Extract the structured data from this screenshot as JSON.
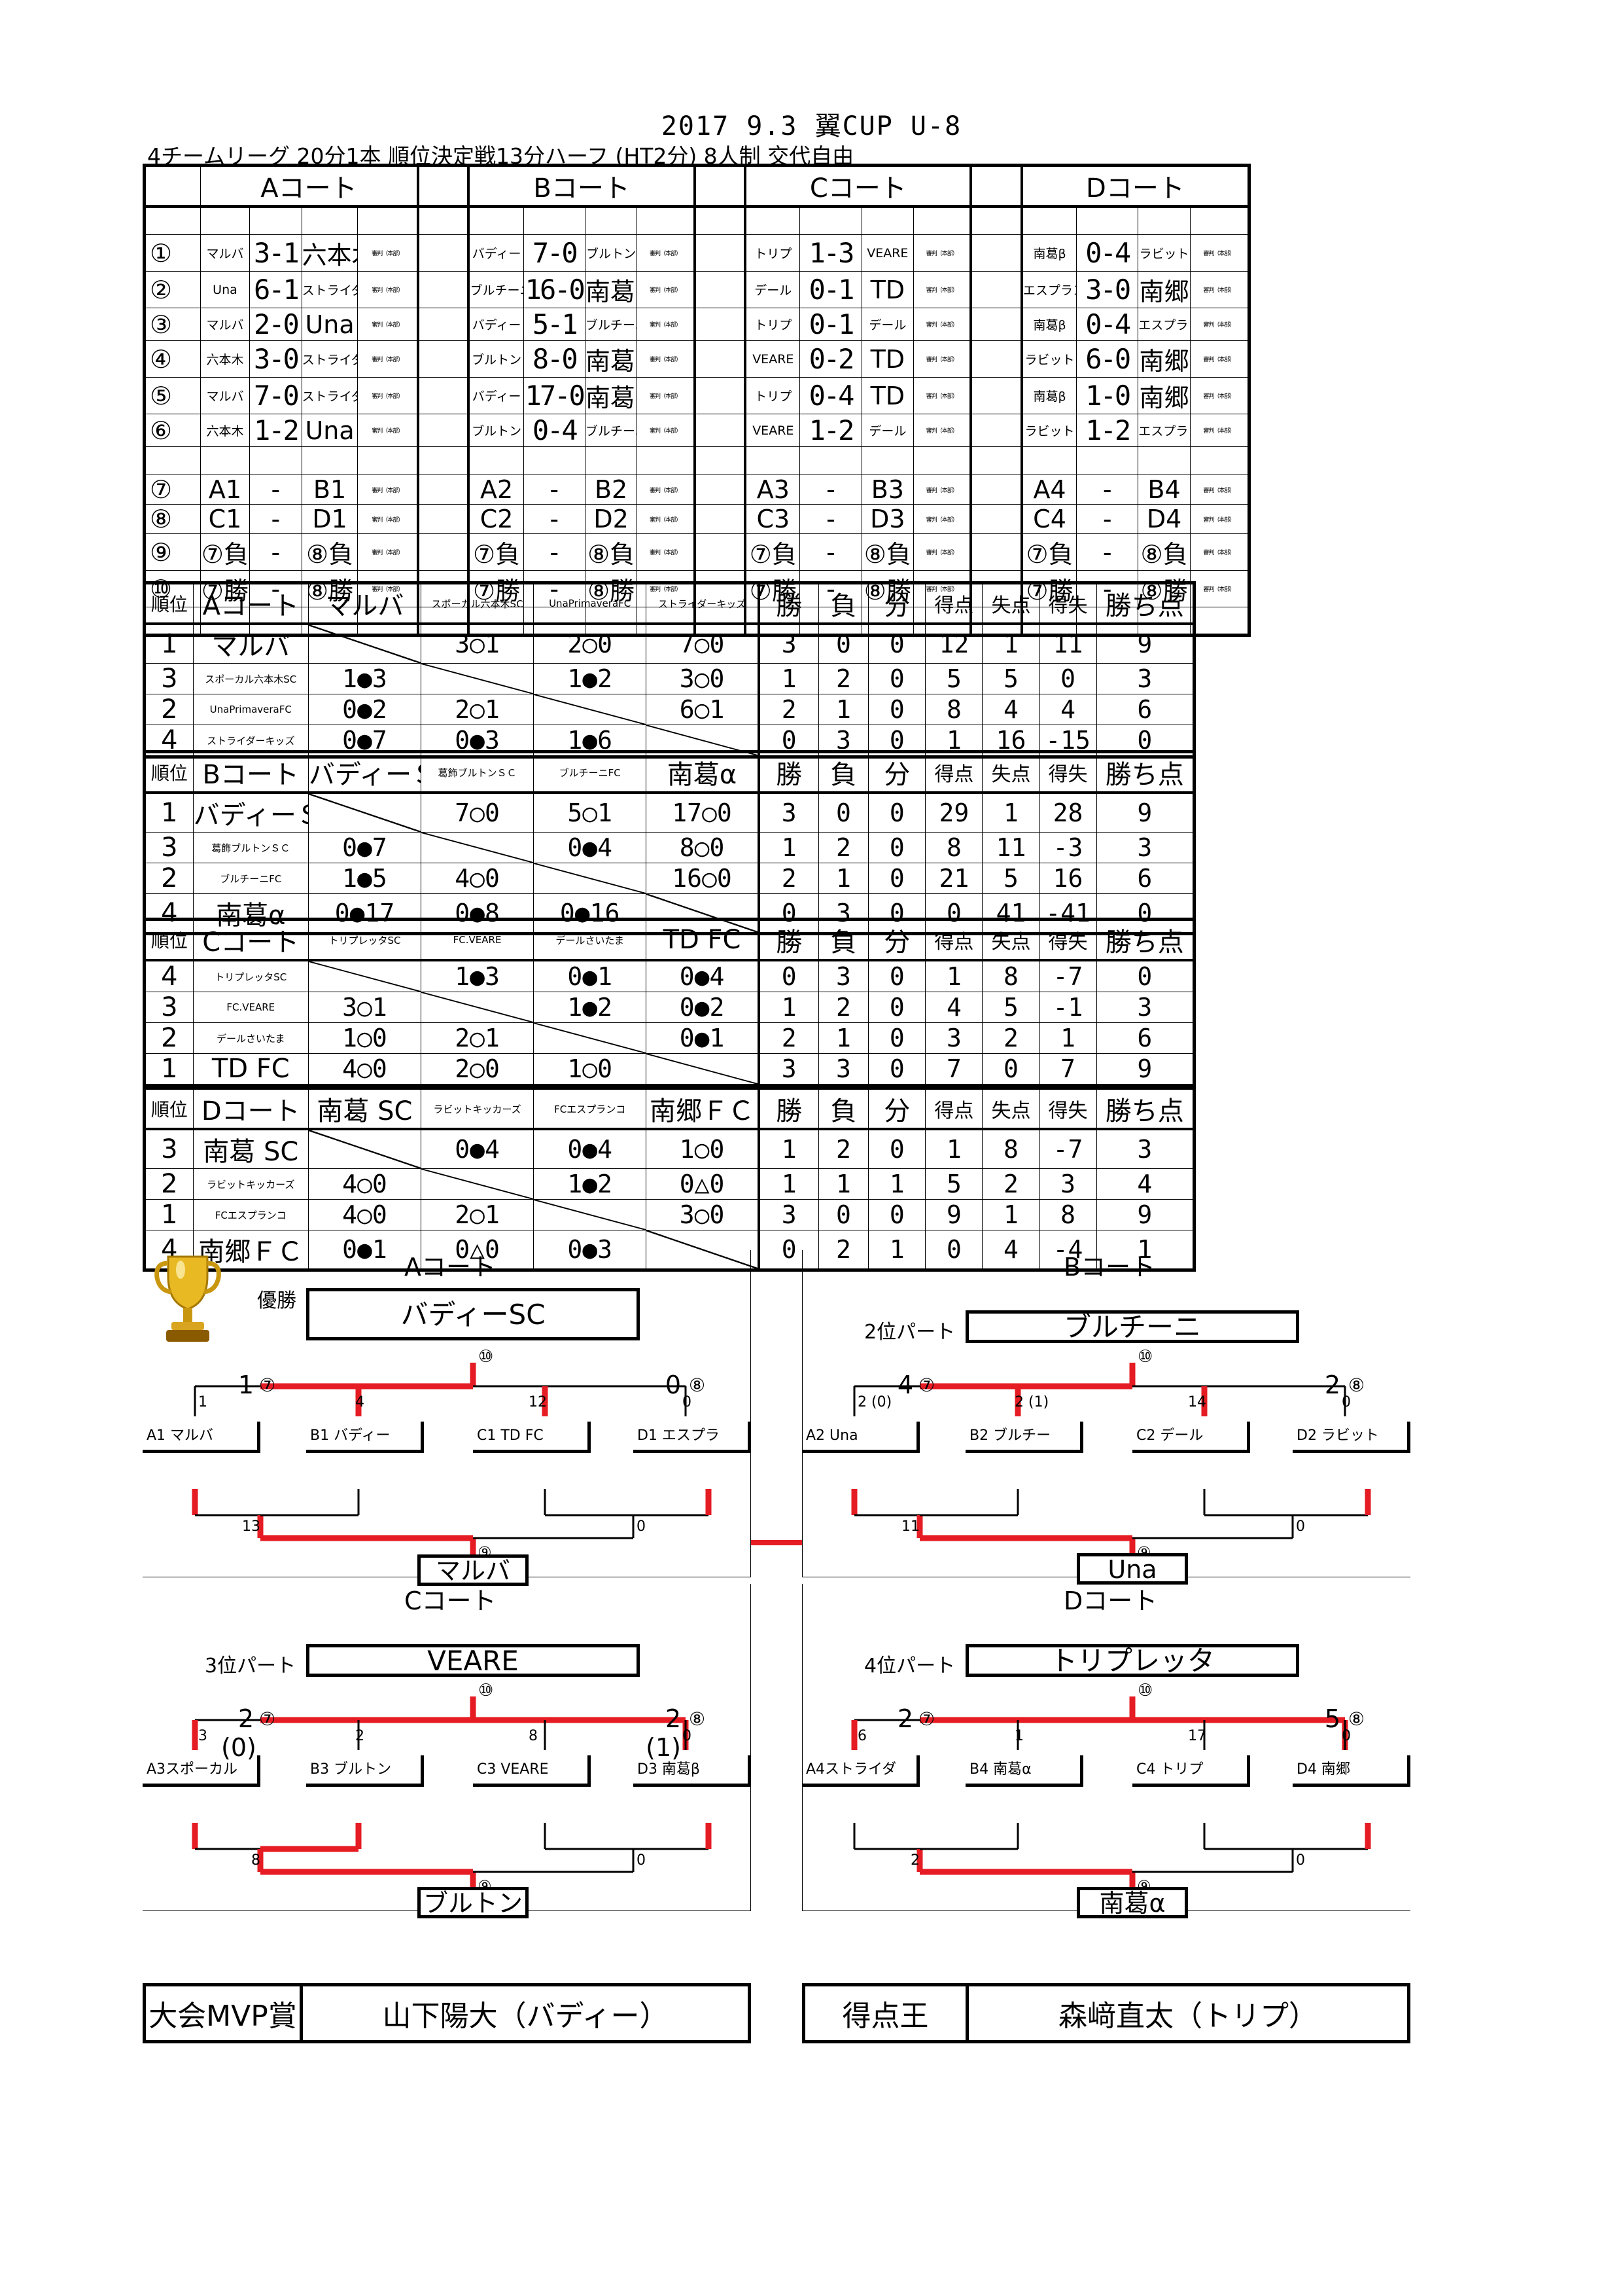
{
  "title": "2017 9.3 翼CUP U-8",
  "subtitle": "4チームリーグ 20分1本 順位決定戦13分ハーフ (HT2分) 8人制 交代自由",
  "courts": [
    "Aコート",
    "Bコート",
    "Cコート",
    "Dコート"
  ],
  "referee": "審判（本部）",
  "schedule": {
    "match_numbers": [
      "①",
      "②",
      "③",
      "④",
      "⑤",
      "⑥",
      "⑦",
      "⑧",
      "⑨",
      "⑩"
    ],
    "A": [
      [
        "マルバ",
        "3-1",
        "六本木"
      ],
      [
        "Una",
        "6-1",
        "ストライダー"
      ],
      [
        "マルバ",
        "2-0",
        "Una"
      ],
      [
        "六本木",
        "3-0",
        "ストライダー"
      ],
      [
        "マルバ",
        "7-0",
        "ストライダー"
      ],
      [
        "六本木",
        "1-2",
        "Una"
      ]
    ],
    "B": [
      [
        "バディー",
        "7-0",
        "ブルトン"
      ],
      [
        "ブルチーニ",
        "16-0",
        "南葛α"
      ],
      [
        "バディー",
        "5-1",
        "ブルチーニ"
      ],
      [
        "ブルトン",
        "8-0",
        "南葛α"
      ],
      [
        "バディー",
        "17-0",
        "南葛α"
      ],
      [
        "ブルトン",
        "0-4",
        "ブルチーニ"
      ]
    ],
    "C": [
      [
        "トリプ",
        "1-3",
        "VEARE"
      ],
      [
        "デール",
        "0-1",
        "TD"
      ],
      [
        "トリプ",
        "0-1",
        "デール"
      ],
      [
        "VEARE",
        "0-2",
        "TD"
      ],
      [
        "トリプ",
        "0-4",
        "TD"
      ],
      [
        "VEARE",
        "1-2",
        "デール"
      ]
    ],
    "D": [
      [
        "南葛β",
        "0-4",
        "ラビット"
      ],
      [
        "エスプランコ",
        "3-0",
        "南郷"
      ],
      [
        "南葛β",
        "0-4",
        "エスプランコ"
      ],
      [
        "ラビット",
        "6-0",
        "南郷"
      ],
      [
        "南葛β",
        "1-0",
        "南郷"
      ],
      [
        "ラビット",
        "1-2",
        "エスプランコ"
      ]
    ],
    "finals": {
      "A": [
        [
          "A1",
          "-",
          "B1"
        ],
        [
          "C1",
          "-",
          "D1"
        ],
        [
          "⑦負",
          "-",
          "⑧負"
        ],
        [
          "⑦勝",
          "-",
          "⑧勝"
        ]
      ],
      "B": [
        [
          "A2",
          "-",
          "B2"
        ],
        [
          "C2",
          "-",
          "D2"
        ],
        [
          "⑦負",
          "-",
          "⑧負"
        ],
        [
          "⑦勝",
          "-",
          "⑧勝"
        ]
      ],
      "C": [
        [
          "A3",
          "-",
          "B3"
        ],
        [
          "C3",
          "-",
          "D3"
        ],
        [
          "⑦負",
          "-",
          "⑧負"
        ],
        [
          "⑦勝",
          "-",
          "⑧勝"
        ]
      ],
      "D": [
        [
          "A4",
          "-",
          "B4"
        ],
        [
          "C4",
          "-",
          "D4"
        ],
        [
          "⑦負",
          "-",
          "⑧負"
        ],
        [
          "⑦勝",
          "-",
          "⑧勝"
        ]
      ]
    }
  },
  "standings_headers": [
    "順位",
    "勝",
    "負",
    "分",
    "得点",
    "失点",
    "得失",
    "勝ち点"
  ],
  "standings": [
    {
      "court": "Aコート",
      "teams": [
        "マルバ",
        "スポーカル六本木SC",
        "UnaPrimaveraFC",
        "ストライダーキッズ"
      ],
      "rows": [
        {
          "rank": "1",
          "name": "マルバ",
          "res": [
            "",
            "3○1",
            "2○0",
            "7○0"
          ],
          "stats": [
            "3",
            "0",
            "0",
            "12",
            "1",
            "11",
            "9"
          ]
        },
        {
          "rank": "3",
          "name": "スポーカル六本木SC",
          "res": [
            "1●3",
            "",
            "1●2",
            "3○0"
          ],
          "stats": [
            "1",
            "2",
            "0",
            "5",
            "5",
            "0",
            "3"
          ]
        },
        {
          "rank": "2",
          "name": "UnaPrimaveraFC",
          "res": [
            "0●2",
            "2○1",
            "",
            "6○1"
          ],
          "stats": [
            "2",
            "1",
            "0",
            "8",
            "4",
            "4",
            "6"
          ]
        },
        {
          "rank": "4",
          "name": "ストライダーキッズ",
          "res": [
            "0●7",
            "0●3",
            "1●6",
            ""
          ],
          "stats": [
            "0",
            "3",
            "0",
            "1",
            "16",
            "-15",
            "0"
          ]
        }
      ]
    },
    {
      "court": "Bコート",
      "teams": [
        "バディーＳＣ",
        "葛飾ブルトンＳＣ",
        "ブルチーニFC",
        "南葛α"
      ],
      "rows": [
        {
          "rank": "1",
          "name": "バディーＳＣ",
          "res": [
            "",
            "7○0",
            "5○1",
            "17○0"
          ],
          "stats": [
            "3",
            "0",
            "0",
            "29",
            "1",
            "28",
            "9"
          ]
        },
        {
          "rank": "3",
          "name": "葛飾ブルトンＳＣ",
          "res": [
            "0●7",
            "",
            "0●4",
            "8○0"
          ],
          "stats": [
            "1",
            "2",
            "0",
            "8",
            "11",
            "-3",
            "3"
          ]
        },
        {
          "rank": "2",
          "name": "ブルチーニFC",
          "res": [
            "1●5",
            "4○0",
            "",
            "16○0"
          ],
          "stats": [
            "2",
            "1",
            "0",
            "21",
            "5",
            "16",
            "6"
          ]
        },
        {
          "rank": "4",
          "name": "南葛α",
          "res": [
            "0●17",
            "0●8",
            "0●16",
            ""
          ],
          "stats": [
            "0",
            "3",
            "0",
            "0",
            "41",
            "-41",
            "0"
          ]
        }
      ]
    },
    {
      "court": "Cコート",
      "teams": [
        "トリプレッタSC",
        "FC.VEARE",
        "デールさいたま",
        "TD FC"
      ],
      "rows": [
        {
          "rank": "4",
          "name": "トリプレッタSC",
          "res": [
            "",
            "1●3",
            "0●1",
            "0●4"
          ],
          "stats": [
            "0",
            "3",
            "0",
            "1",
            "8",
            "-7",
            "0"
          ]
        },
        {
          "rank": "3",
          "name": "FC.VEARE",
          "res": [
            "3○1",
            "",
            "1●2",
            "0●2"
          ],
          "stats": [
            "1",
            "2",
            "0",
            "4",
            "5",
            "-1",
            "3"
          ]
        },
        {
          "rank": "2",
          "name": "デールさいたま",
          "res": [
            "1○0",
            "2○1",
            "",
            "0●1"
          ],
          "stats": [
            "2",
            "1",
            "0",
            "3",
            "2",
            "1",
            "6"
          ]
        },
        {
          "rank": "1",
          "name": "TD FC",
          "res": [
            "4○0",
            "2○0",
            "1○0",
            ""
          ],
          "stats": [
            "3",
            "3",
            "0",
            "7",
            "0",
            "7",
            "9"
          ]
        }
      ]
    },
    {
      "court": "Dコート",
      "teams": [
        "南葛 SC",
        "ラビットキッカーズ",
        "FCエスプランコ",
        "南郷ＦＣ"
      ],
      "rows": [
        {
          "rank": "3",
          "name": "南葛 SC",
          "res": [
            "",
            "0●4",
            "0●4",
            "1○0"
          ],
          "stats": [
            "1",
            "2",
            "0",
            "1",
            "8",
            "-7",
            "3"
          ]
        },
        {
          "rank": "2",
          "name": "ラビットキッカーズ",
          "res": [
            "4○0",
            "",
            "1●2",
            "0△0"
          ],
          "stats": [
            "1",
            "1",
            "1",
            "5",
            "2",
            "3",
            "4"
          ]
        },
        {
          "rank": "1",
          "name": "FCエスプランコ",
          "res": [
            "4○0",
            "2○1",
            "",
            "3○0"
          ],
          "stats": [
            "3",
            "0",
            "0",
            "9",
            "1",
            "8",
            "9"
          ]
        },
        {
          "rank": "4",
          "name": "南郷ＦＣ",
          "res": [
            "0●1",
            "0△0",
            "0●3",
            ""
          ],
          "stats": [
            "0",
            "2",
            "1",
            "0",
            "4",
            "-4",
            "1"
          ]
        }
      ]
    }
  ],
  "brackets": [
    {
      "court": "Aコート",
      "place_label": "優勝",
      "winner": "バディーSC",
      "m10": "⑩",
      "m7": "⑦",
      "m8": "⑧",
      "m9": "⑨",
      "s7l": "1",
      "s8r": "0",
      "teams": [
        "A1 マルバ",
        "B1 バディー",
        "C1 TD FC",
        "D1 エスプラ"
      ],
      "t": [
        "1",
        "4",
        "12",
        "0"
      ],
      "s9l": "13",
      "s9r": "0",
      "loser_winner": "マルバ"
    },
    {
      "court": "Bコート",
      "place_label": "2位パート",
      "winner": "ブルチーニ",
      "m10": "⑩",
      "m7": "⑦",
      "m8": "⑧",
      "m9": "⑨",
      "s7l": "4",
      "s8r": "2",
      "teams": [
        "A2 Una",
        "B2 ブルチー",
        "C2 デール",
        "D2 ラビット"
      ],
      "t": [
        "2 (0)",
        "2 (1)",
        "14",
        "0"
      ],
      "s9l": "11",
      "s9r": "0",
      "loser_winner": "Una"
    },
    {
      "court": "Cコート",
      "place_label": "3位パート",
      "winner": "VEARE",
      "m10": "⑩",
      "m7": "⑦",
      "m8": "⑧",
      "m9": "⑨",
      "s7l": "2 (0)",
      "s8r": "2 (1)",
      "teams": [
        "A3スポーカル",
        "B3 ブルトン",
        "C3 VEARE",
        "D3 南葛β"
      ],
      "t": [
        "3",
        "2",
        "8",
        "0"
      ],
      "s9l": "8",
      "s9r": "0",
      "loser_winner": "ブルトン"
    },
    {
      "court": "Dコート",
      "place_label": "4位パート",
      "winner": "トリプレッタ",
      "m10": "⑩",
      "m7": "⑦",
      "m8": "⑧",
      "m9": "⑨",
      "s7l": "2",
      "s8r": "5",
      "teams": [
        "A4ストライダ",
        "B4 南葛α",
        "C4 トリプ",
        "D4 南郷"
      ],
      "t": [
        "6",
        "1",
        "17",
        "0"
      ],
      "s9l": "2",
      "s9r": "0",
      "loser_winner": "南葛α"
    }
  ],
  "awards": {
    "mvp_label": "大会MVP賞",
    "mvp": "山下陽大（バディー）",
    "scorer_label": "得点王",
    "scorer": "森﨑直太（トリプ）"
  },
  "colors": {
    "bracket_win": "#e51c23",
    "trophy": "#d4a017"
  }
}
